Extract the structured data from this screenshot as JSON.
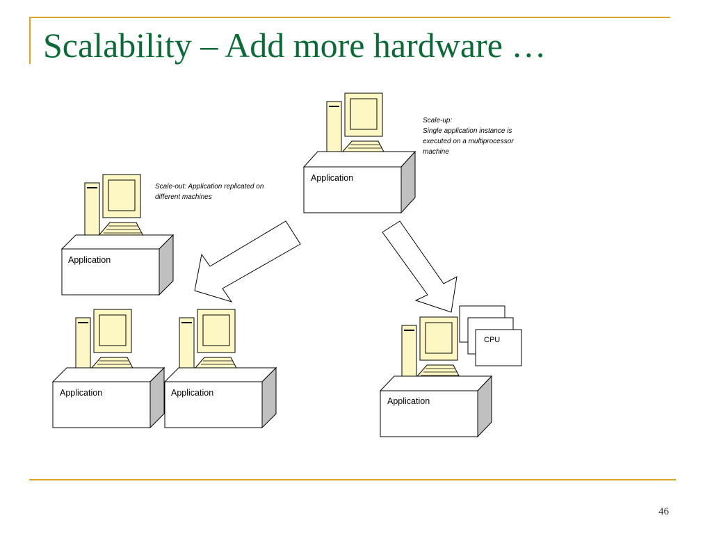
{
  "slide": {
    "title": "Scalability – Add more hardware …",
    "page_number": "46"
  },
  "notes": {
    "scale_up_heading": "Scale-up:",
    "scale_up_text": "Single application instance is executed on a multiprocessor machine",
    "scale_out_text": "Scale-out: Application replicated on different machines"
  },
  "boxes": {
    "top_center": "Application",
    "left_single": "Application",
    "bottom_left_1": "Application",
    "bottom_left_2": "Application",
    "bottom_right": "Application"
  },
  "cpu_label": "CPU",
  "colors": {
    "title": "#0b6b37",
    "rule": "#d9a520",
    "computer_fill": "#fdf7c3",
    "box_side": "#c0c0c0"
  }
}
